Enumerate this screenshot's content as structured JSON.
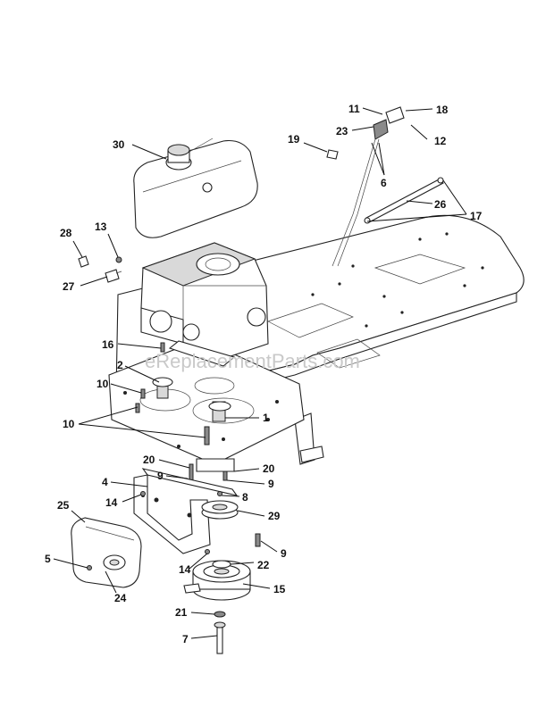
{
  "watermark": "eReplacementParts.com",
  "callouts": [
    {
      "id": "c30",
      "text": "30"
    },
    {
      "id": "c11",
      "text": "11"
    },
    {
      "id": "c18",
      "text": "18"
    },
    {
      "id": "c23",
      "text": "23"
    },
    {
      "id": "c12",
      "text": "12"
    },
    {
      "id": "c19",
      "text": "19"
    },
    {
      "id": "c6",
      "text": "6"
    },
    {
      "id": "c26",
      "text": "26"
    },
    {
      "id": "c17",
      "text": "17"
    },
    {
      "id": "c13",
      "text": "13"
    },
    {
      "id": "c28",
      "text": "28"
    },
    {
      "id": "c27",
      "text": "27"
    },
    {
      "id": "c16",
      "text": "16"
    },
    {
      "id": "c2",
      "text": "2"
    },
    {
      "id": "c10a",
      "text": "10"
    },
    {
      "id": "c10b",
      "text": "10"
    },
    {
      "id": "c1",
      "text": "1"
    },
    {
      "id": "c20a",
      "text": "20"
    },
    {
      "id": "c20b",
      "text": "20"
    },
    {
      "id": "c9a",
      "text": "9"
    },
    {
      "id": "c9b",
      "text": "9"
    },
    {
      "id": "c4",
      "text": "4"
    },
    {
      "id": "c8",
      "text": "8"
    },
    {
      "id": "c14a",
      "text": "14"
    },
    {
      "id": "c25",
      "text": "25"
    },
    {
      "id": "c29",
      "text": "29"
    },
    {
      "id": "c9c",
      "text": "9"
    },
    {
      "id": "c5",
      "text": "5"
    },
    {
      "id": "c14b",
      "text": "14"
    },
    {
      "id": "c22",
      "text": "22"
    },
    {
      "id": "c24",
      "text": "24"
    },
    {
      "id": "c15",
      "text": "15"
    },
    {
      "id": "c21",
      "text": "21"
    },
    {
      "id": "c7",
      "text": "7"
    }
  ]
}
